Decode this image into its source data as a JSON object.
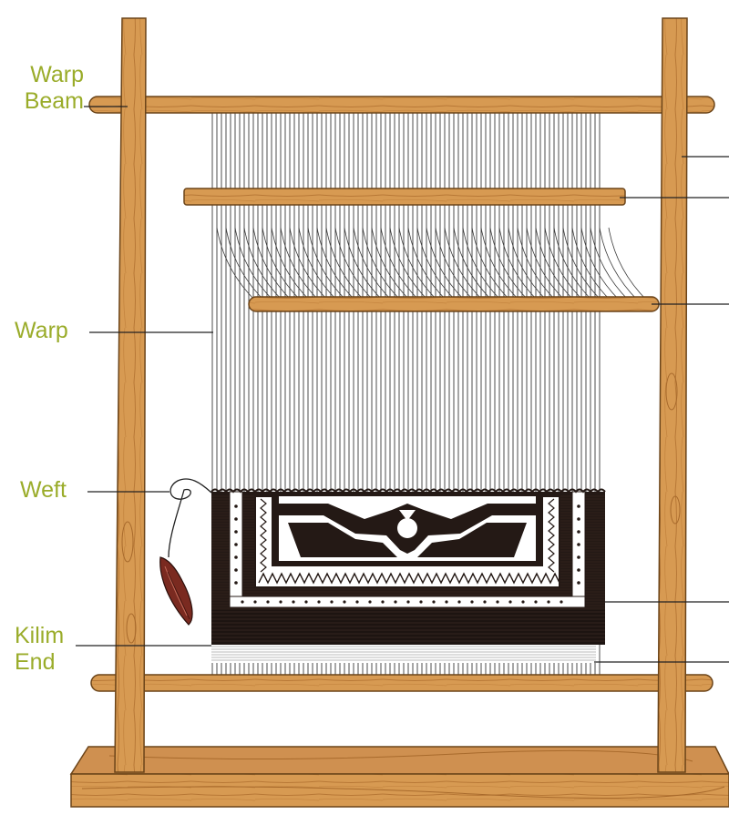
{
  "labels": {
    "warp_beam_line1": "Warp",
    "warp_beam_line2": "Beam",
    "warp": "Warp",
    "weft": "Weft",
    "kilim_end_line1": "Kilim",
    "kilim_end_line2": "End"
  },
  "colors": {
    "label": "#9aac2a",
    "wood": "#d79a52",
    "wood_outline": "#6b4419",
    "warp_thread": "#3a3a3a",
    "kilim_dark": "#241915",
    "bobbin": "#7a2a20"
  }
}
